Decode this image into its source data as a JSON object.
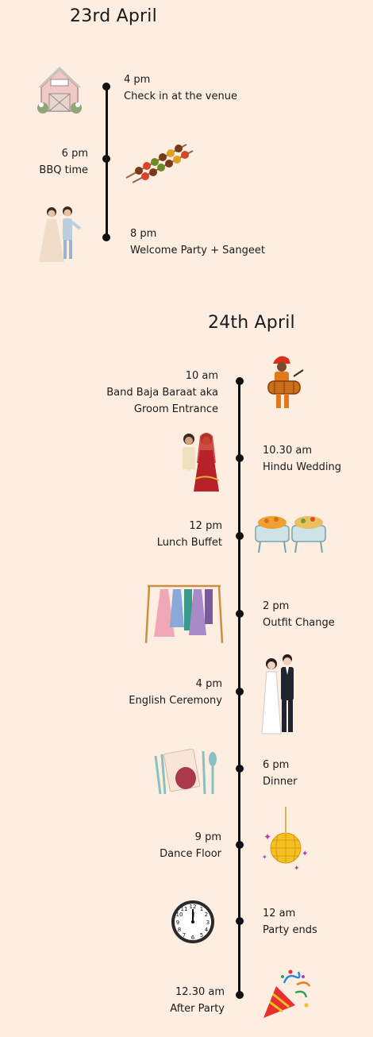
{
  "day1": {
    "title": "23rd April",
    "events": [
      {
        "time": "4 pm",
        "label": "Check in at the venue",
        "icon": "barn-icon"
      },
      {
        "time": "6 pm",
        "label": "BBQ time",
        "icon": "bbq-skewers-icon"
      },
      {
        "time": "8 pm",
        "label": "Welcome Party + Sangeet",
        "icon": "dancing-couple-icon"
      }
    ]
  },
  "day2": {
    "title": "24th April",
    "events": [
      {
        "time": "10 am",
        "label1": "Band Baja Baraat aka",
        "label2": "Groom Entrance",
        "icon": "dhol-drummer-icon"
      },
      {
        "time": "10.30 am",
        "label": "Hindu Wedding",
        "icon": "indian-couple-icon"
      },
      {
        "time": "12 pm",
        "label": "Lunch Buffet",
        "icon": "buffet-trays-icon"
      },
      {
        "time": "2 pm",
        "label": "Outfit Change",
        "icon": "clothes-rack-icon"
      },
      {
        "time": "4 pm",
        "label": "English Ceremony",
        "icon": "bride-groom-icon"
      },
      {
        "time": "6 pm",
        "label": "Dinner",
        "icon": "place-setting-icon"
      },
      {
        "time": "9 pm",
        "label": "Dance Floor",
        "icon": "disco-ball-icon"
      },
      {
        "time": "12 am",
        "label": "Party ends",
        "icon": "clock-icon"
      },
      {
        "time": "12.30 am",
        "label": "After Party",
        "icon": "party-popper-icon"
      }
    ]
  }
}
